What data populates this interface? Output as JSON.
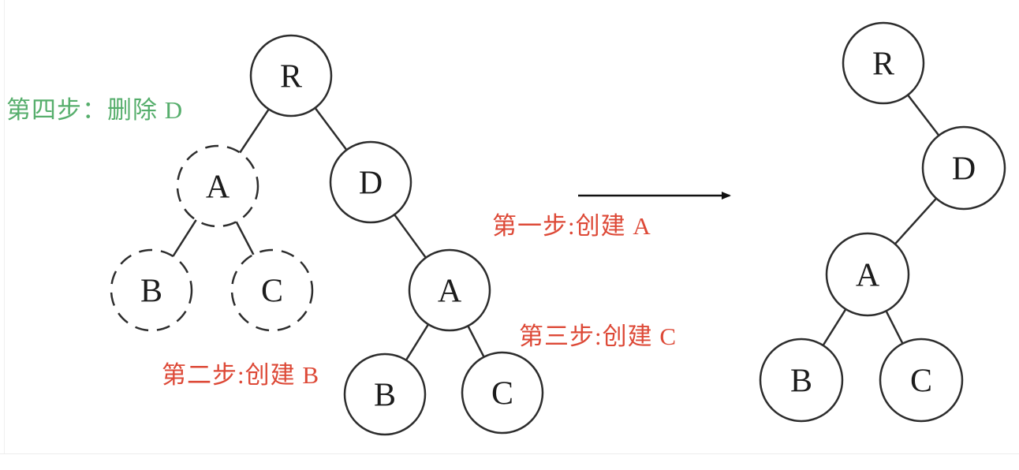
{
  "colors": {
    "line": "#2d2d2d",
    "step_red": "#dd4937",
    "step_green": "#56ae6c",
    "background": "#ffffff"
  },
  "annotations": {
    "step1": {
      "label": "第一步:创建 A"
    },
    "step2": {
      "label": "第二步:创建 B"
    },
    "step3": {
      "label": "第三步:创建 C"
    },
    "step4": {
      "label": "第四步：删除 D"
    }
  },
  "left_tree": {
    "nodes": {
      "r": {
        "label": "R"
      },
      "a_dashed": {
        "label": "A"
      },
      "d": {
        "label": "D"
      },
      "b_dashed": {
        "label": "B"
      },
      "c_dashed": {
        "label": "C"
      },
      "a": {
        "label": "A"
      },
      "b": {
        "label": "B"
      },
      "c": {
        "label": "C"
      }
    }
  },
  "right_tree": {
    "nodes": {
      "r": {
        "label": "R"
      },
      "d": {
        "label": "D"
      },
      "a": {
        "label": "A"
      },
      "b": {
        "label": "B"
      },
      "c": {
        "label": "C"
      }
    }
  }
}
